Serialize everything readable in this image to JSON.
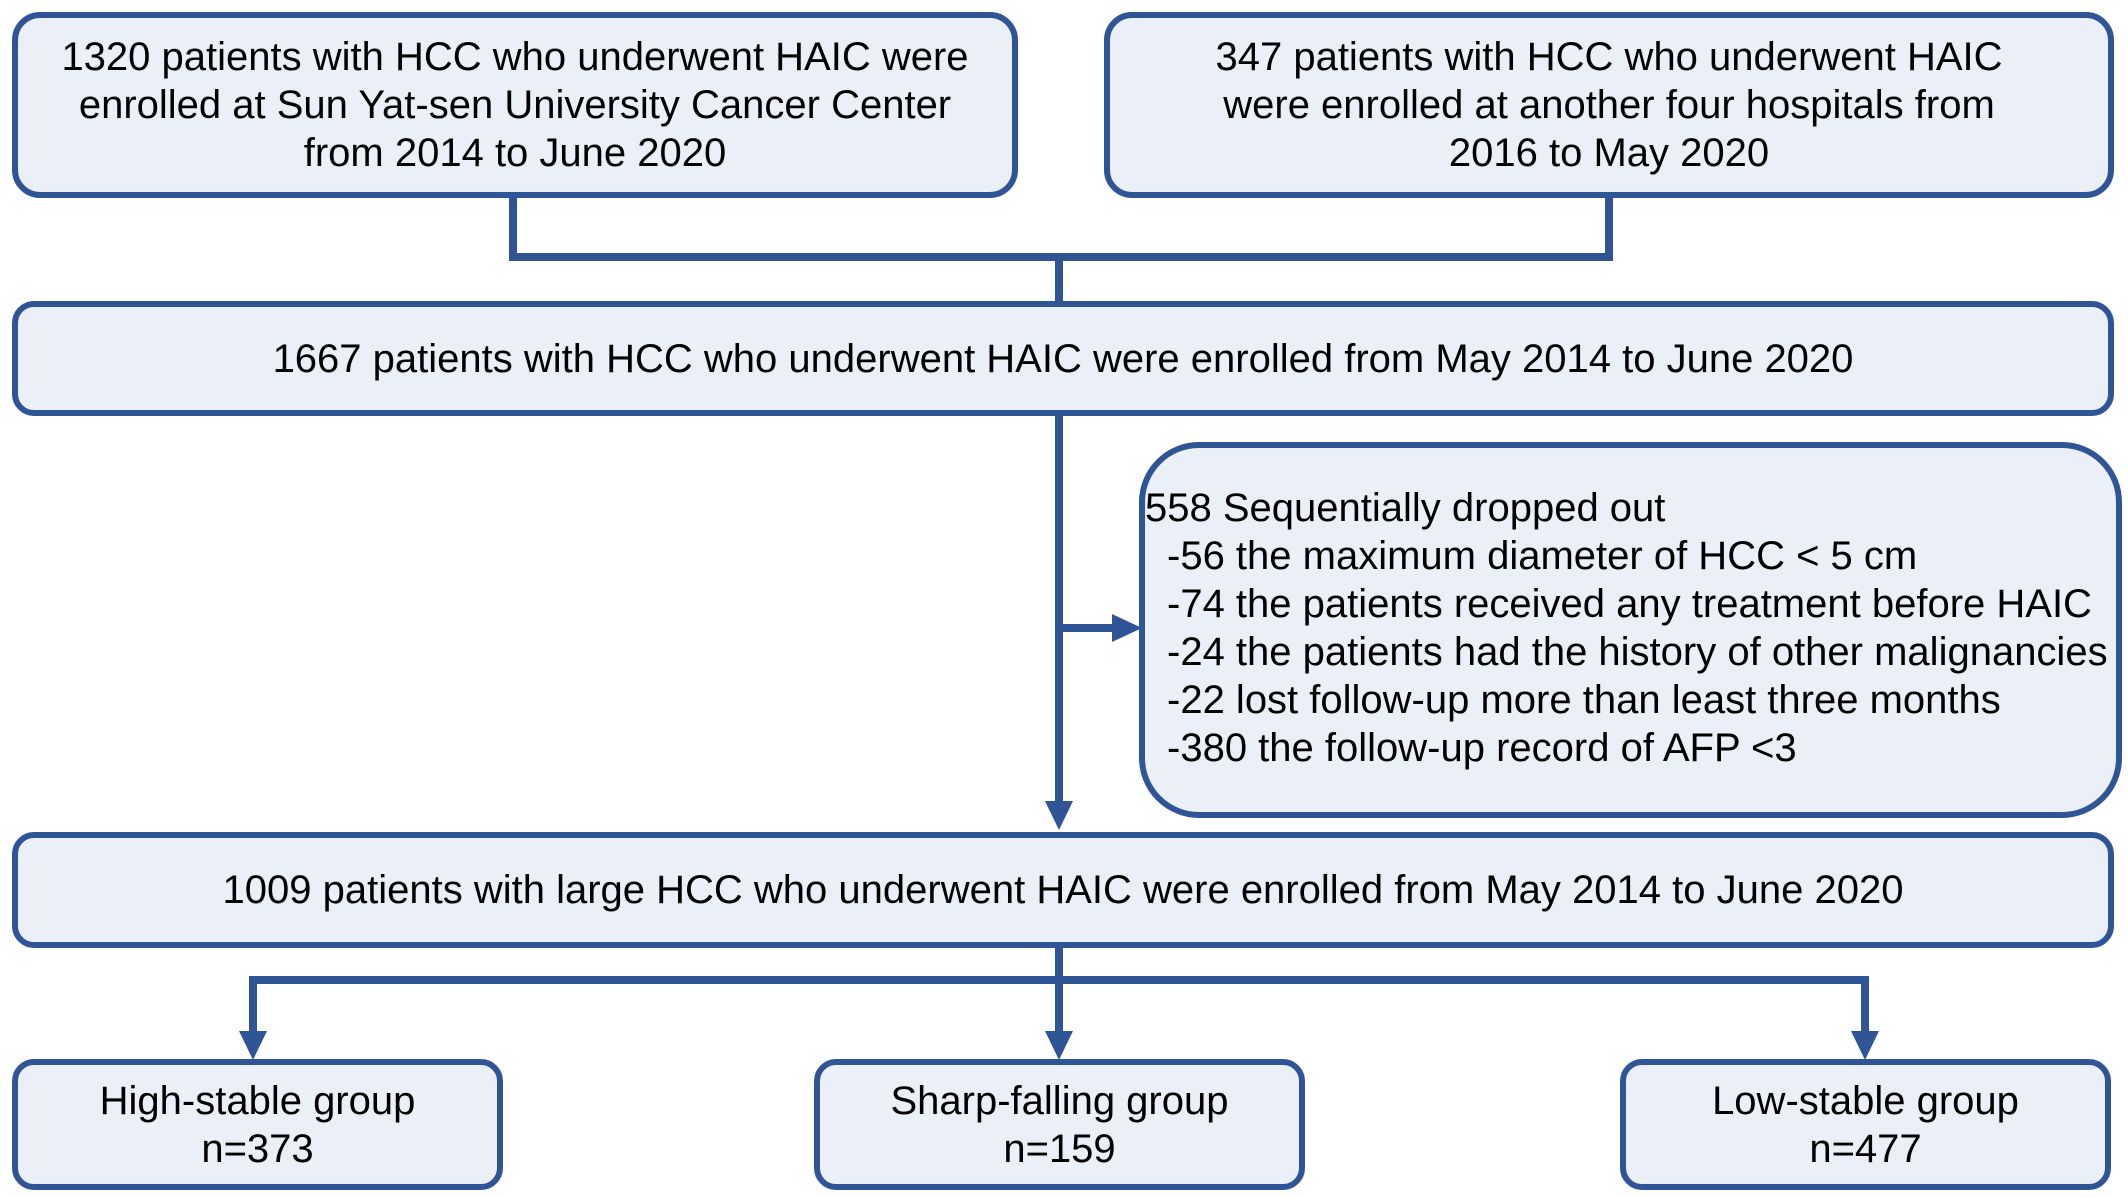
{
  "boxes": {
    "source_a": {
      "lines": [
        "1320 patients with HCC who underwent HAIC were",
        "enrolled at Sun Yat-sen University Cancer Center",
        "from 2014 to June 2020"
      ]
    },
    "source_b": {
      "lines": [
        "347 patients with HCC who underwent HAIC",
        "were enrolled at another four hospitals from",
        "2016 to May 2020"
      ]
    },
    "combined": {
      "text": "1667  patients with HCC who underwent HAIC were enrolled from May 2014 to June 2020"
    },
    "excluded": {
      "title": "558 Sequentially dropped out",
      "items": [
        "-56 the maximum diameter of HCC < 5 cm",
        "-74 the patients received any treatment before HAIC",
        "-24 the patients had the history of other malignancies",
        "-22 lost follow-up more than least three months",
        "-380 the follow-up record of AFP <3"
      ]
    },
    "final": {
      "text": "1009 patients with large HCC who underwent HAIC were enrolled from May 2014 to June 2020"
    },
    "groups": [
      {
        "label": "High-stable group",
        "n": "n=373"
      },
      {
        "label": "Sharp-falling group",
        "n": "n=159"
      },
      {
        "label": "Low-stable group",
        "n": "n=477"
      }
    ]
  },
  "colors": {
    "border": "#2f5597",
    "fill": "#eaeff8",
    "connector": "#2f5597"
  }
}
